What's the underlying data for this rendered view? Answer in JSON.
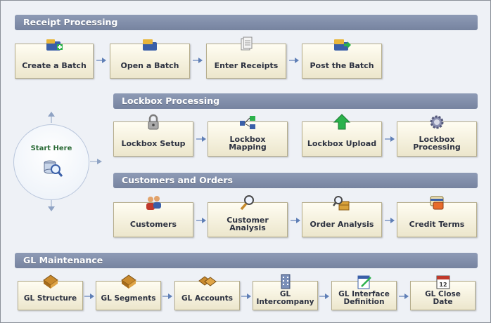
{
  "colors": {
    "header": "#7f8ca8",
    "node": "#f6f2de",
    "arrow": "#5f7fb6",
    "start_text": "#2a6a36"
  },
  "sections": {
    "receipt": "Receipt Processing",
    "lockbox": "Lockbox Processing",
    "customers": "Customers and Orders",
    "gl": "GL Maintenance"
  },
  "start": {
    "label": "Start Here",
    "icon": "search-database-icon"
  },
  "receipt_nodes": [
    {
      "label": "Create a Batch",
      "icon": "folder-add-icon"
    },
    {
      "label": "Open a Batch",
      "icon": "folder-icon"
    },
    {
      "label": "Enter Receipts",
      "icon": "receipts-icon"
    },
    {
      "label": "Post the Batch",
      "icon": "folder-post-icon"
    }
  ],
  "lockbox_nodes": [
    {
      "label": "Lockbox Setup",
      "icon": "padlock-icon"
    },
    {
      "label": "Lockbox Mapping",
      "icon": "mapping-icon"
    },
    {
      "label": "Lockbox Upload",
      "icon": "upload-arrow-icon"
    },
    {
      "label": "Lockbox Processing",
      "icon": "gear-icon"
    }
  ],
  "customer_nodes": [
    {
      "label": "Customers",
      "icon": "people-icon"
    },
    {
      "label": "Customer Analysis",
      "icon": "magnifier-icon"
    },
    {
      "label": "Order Analysis",
      "icon": "analysis-boxes-icon"
    },
    {
      "label": "Credit Terms",
      "icon": "credit-card-icon"
    }
  ],
  "gl_nodes": [
    {
      "label": "GL Structure",
      "icon": "ledger-icon"
    },
    {
      "label": "GL Segments",
      "icon": "ledger-icon"
    },
    {
      "label": "GL Accounts",
      "icon": "ledgers-icon"
    },
    {
      "label": "GL Intercompany",
      "icon": "building-icon"
    },
    {
      "label": "GL Interface Definition",
      "icon": "edit-document-icon"
    },
    {
      "label": "GL Close Date",
      "icon": "calendar-icon"
    }
  ]
}
